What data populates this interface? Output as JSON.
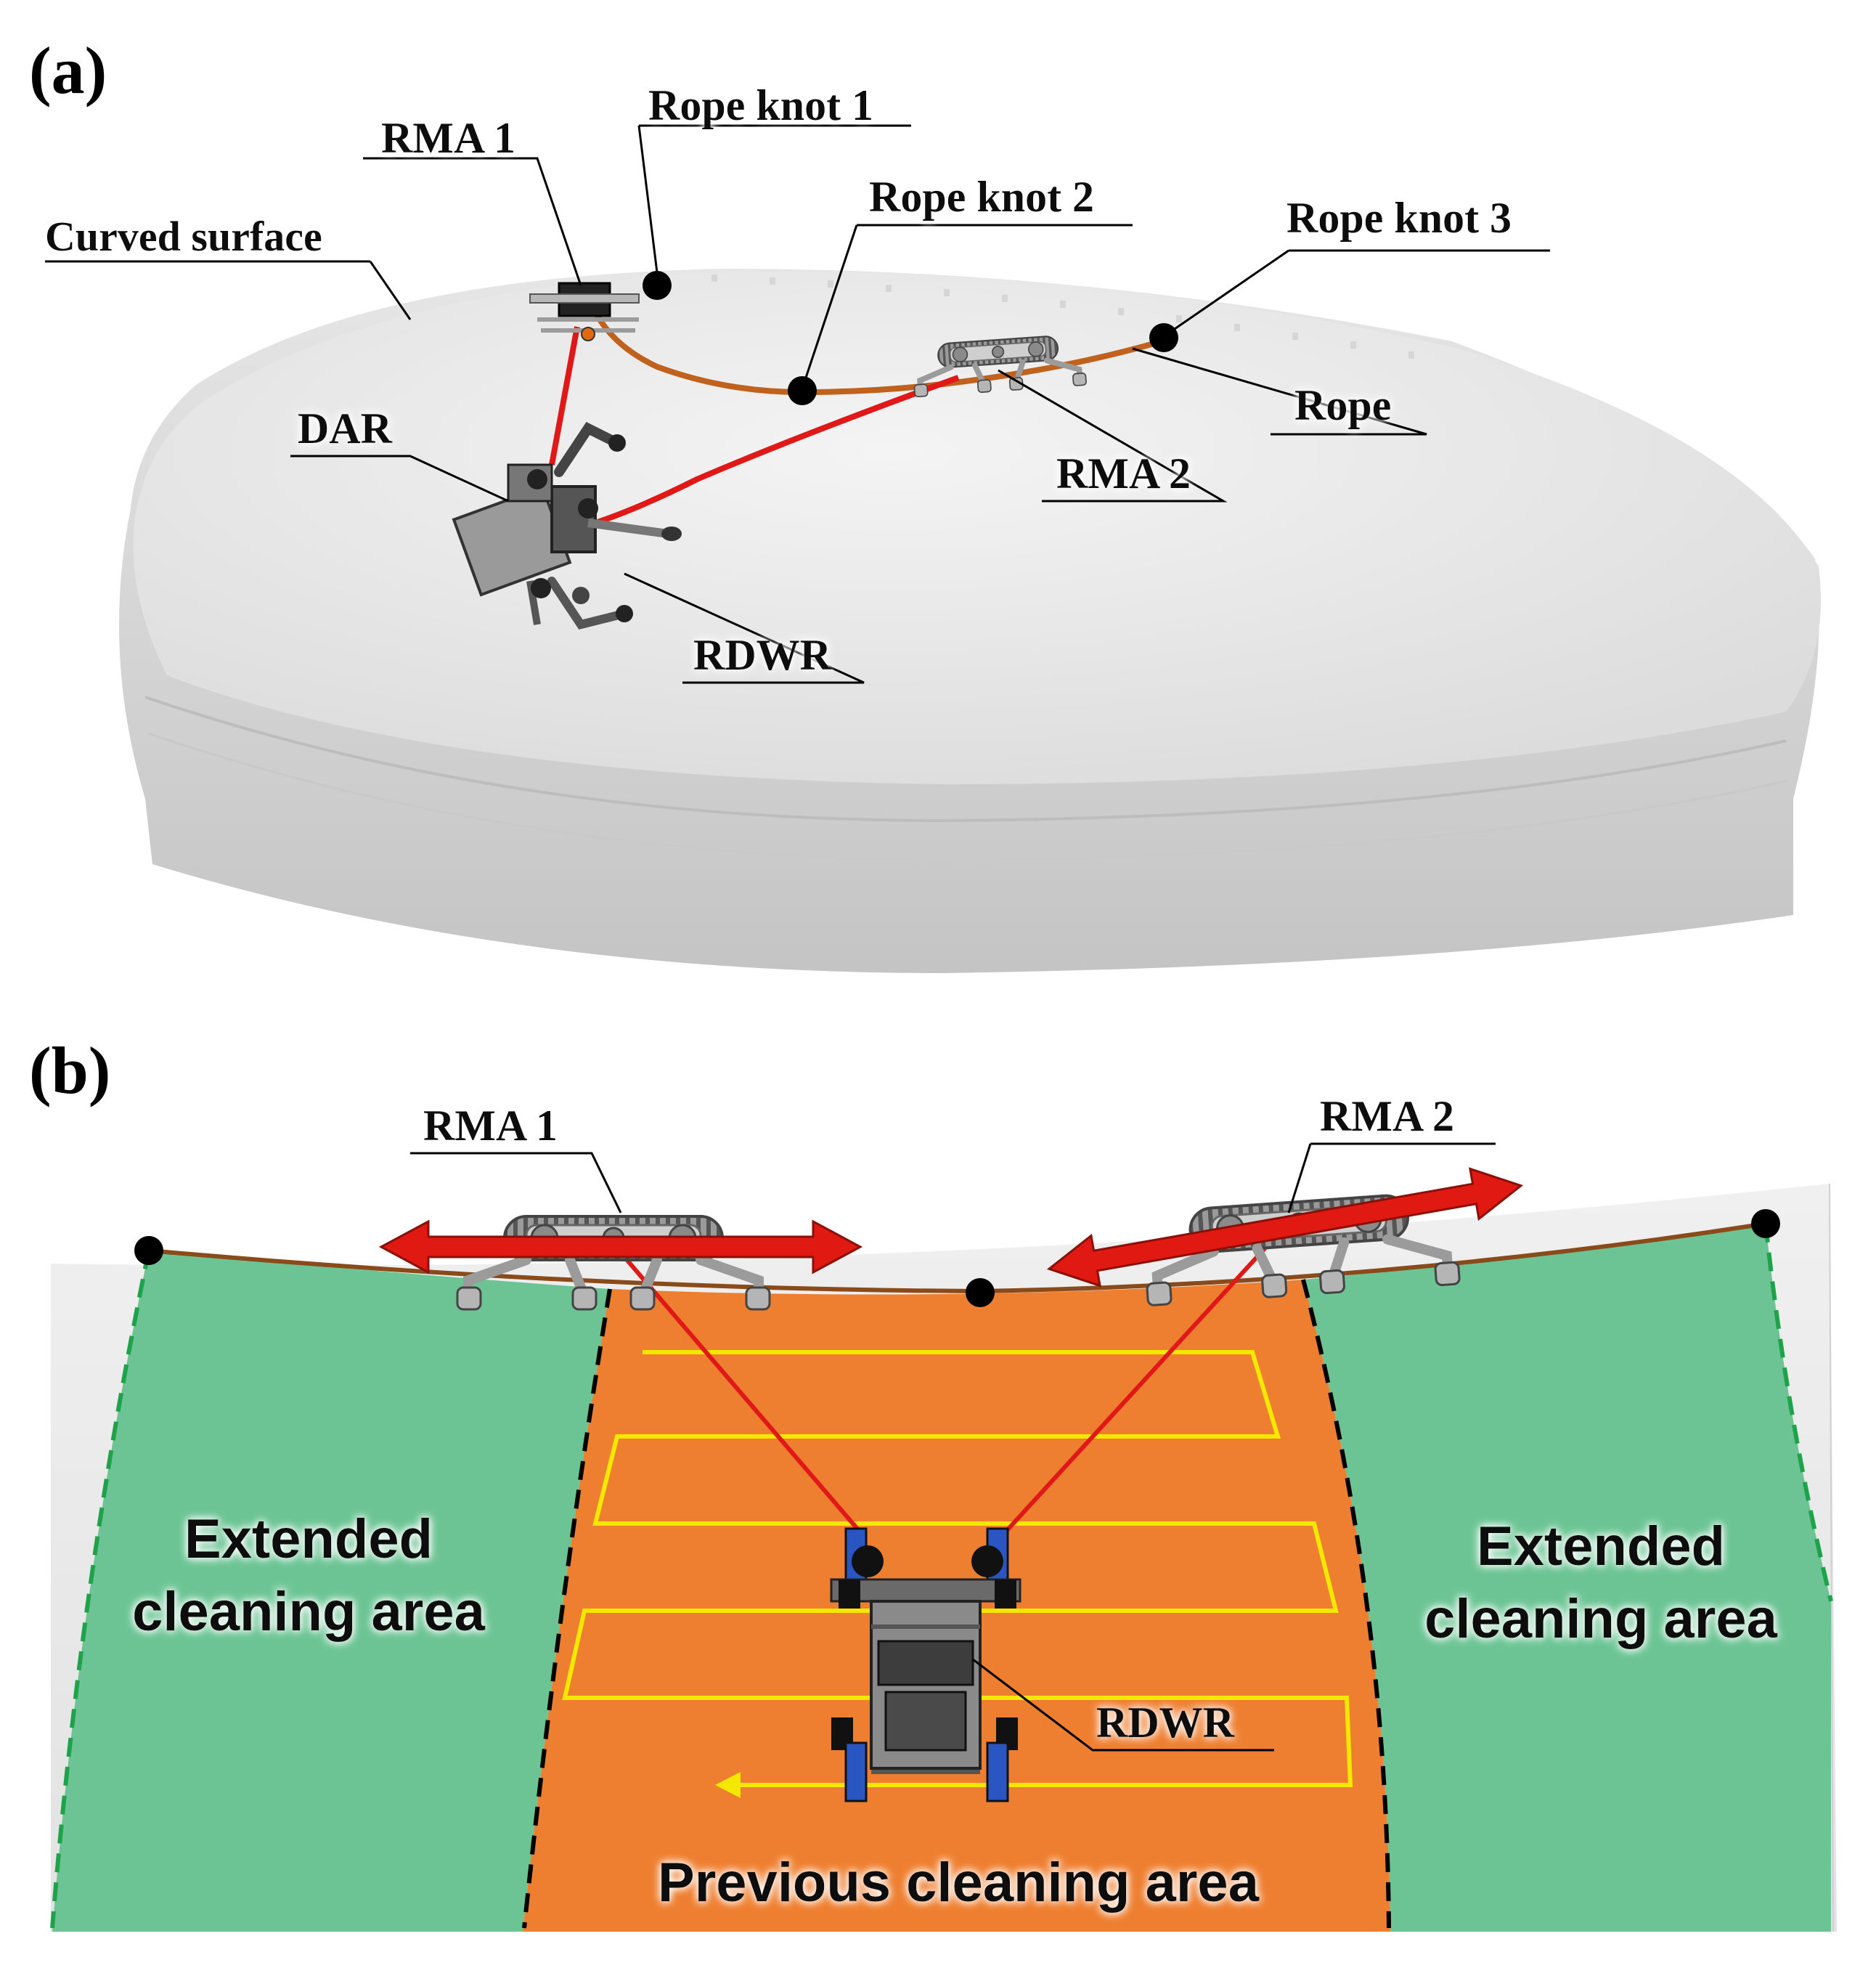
{
  "panel_a": {
    "tag": "(a)",
    "labels": {
      "rma1": "RMA 1",
      "rope_knot_1": "Rope knot 1",
      "rope_knot_2": "Rope knot 2",
      "rope_knot_3": "Rope knot 3",
      "curved_surface": "Curved surface",
      "dar": "DAR",
      "rope": "Rope",
      "rma2": "RMA 2",
      "rdwr": "RDWR"
    }
  },
  "panel_b": {
    "tag": "(b)",
    "labels": {
      "rma1": "RMA 1",
      "rma2": "RMA 2",
      "rdwr": "RDWR"
    },
    "areas": {
      "extended_left_line1": "Extended",
      "extended_left_line2": "cleaning area",
      "extended_right_line1": "Extended",
      "extended_right_line2": "cleaning area",
      "previous": "Previous cleaning area"
    }
  },
  "colors": {
    "rope": "#8a4a1a",
    "tether": "#e01818",
    "extended_area": "#6cc494",
    "previous_area": "#ee7f31",
    "path": "#f4e800",
    "arrow": "#e01a12",
    "knot": "#000000",
    "dashed_green": "#1fa34a",
    "dashed_black": "#000000"
  },
  "icons": [
    "rma-track-robot-icon",
    "rdwr-robot-icon",
    "dar-robot-icon",
    "direction-arrow-icon",
    "rope-knot-icon"
  ]
}
